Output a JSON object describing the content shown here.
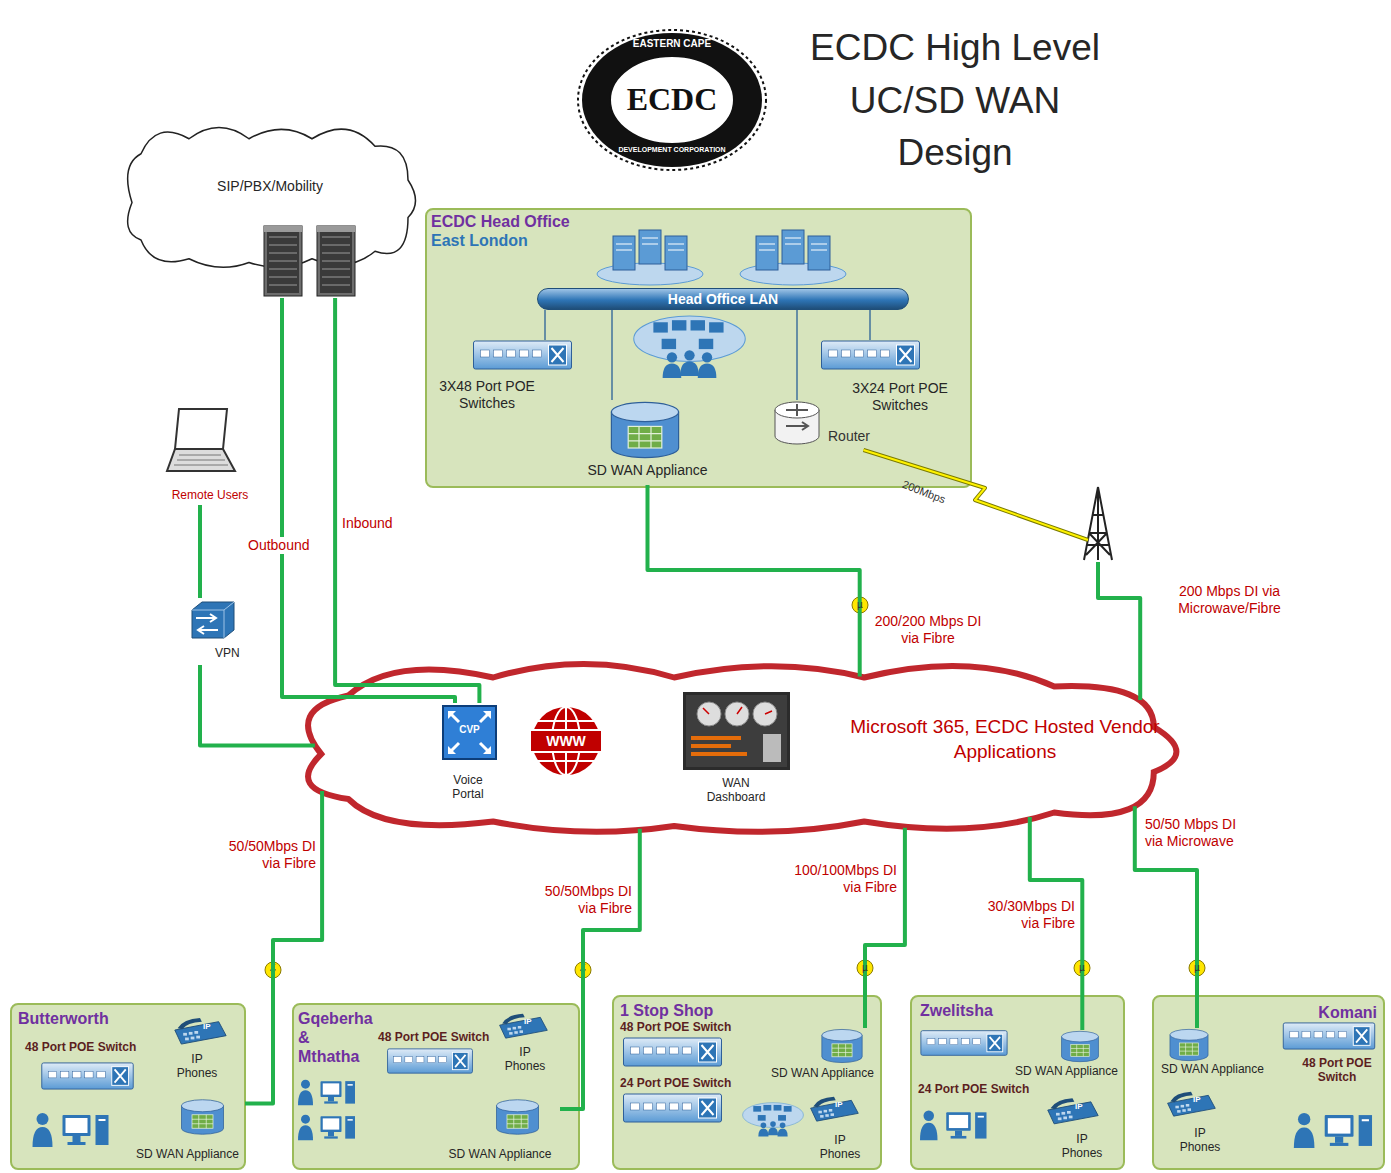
{
  "diagram": {
    "title": "ECDC High Level UC/SD WAN Design",
    "nodes": [
      {
        "text": [
          "SIP/PBX/Mobility"
        ]
      },
      {
        "text": [
          "ECDC Head Office",
          "East London"
        ]
      },
      {
        "text": [
          "Head Office LAN"
        ],
        "in": 1
      },
      {
        "text": [
          "3X48 Port POE Switches"
        ],
        "in": 1
      },
      {
        "text": [
          "3X24 Port POE Switches"
        ],
        "in": 1
      },
      {
        "text": [
          "SD WAN Appliance"
        ],
        "in": 1
      },
      {
        "text": [
          "Router"
        ],
        "in": 1
      },
      {
        "text": [
          "Remote Users"
        ]
      },
      {
        "text": [
          "VPN"
        ]
      },
      {
        "text": [
          "Microsoft 365, ECDC Hosted Vendor Applications"
        ]
      },
      {
        "text": [
          "Voice Portal"
        ],
        "in": 9
      },
      {
        "text": [
          "WAN Dashboard"
        ],
        "in": 9
      },
      {
        "text": [
          "Butterworth"
        ]
      },
      {
        "text": [
          "48 Port POE Switch"
        ],
        "in": 12
      },
      {
        "text": [
          "IP Phones"
        ],
        "in": 12
      },
      {
        "text": [
          "SD WAN Appliance"
        ],
        "in": 12
      },
      {
        "text": [
          "Gqeberha & Mthatha"
        ]
      },
      {
        "text": [
          "48 Port POE Switch"
        ],
        "in": 16
      },
      {
        "text": [
          "IP Phones"
        ],
        "in": 16
      },
      {
        "text": [
          "SD WAN Appliance"
        ],
        "in": 16
      },
      {
        "text": [
          "1 Stop Shop"
        ]
      },
      {
        "text": [
          "48 Port POE Switch"
        ],
        "in": 20
      },
      {
        "text": [
          "24 Port POE Switch"
        ],
        "in": 20
      },
      {
        "text": [
          "SD WAN Appliance"
        ],
        "in": 20
      },
      {
        "text": [
          "IP Phones"
        ],
        "in": 20
      },
      {
        "text": [
          "Zwelitsha"
        ]
      },
      {
        "text": [
          "SD WAN Appliance"
        ],
        "in": 25
      },
      {
        "text": [
          "24 Port POE Switch"
        ],
        "in": 25
      },
      {
        "text": [
          "IP Phones"
        ],
        "in": 25
      },
      {
        "text": [
          "Komani"
        ]
      },
      {
        "text": [
          "SD WAN Appliance"
        ],
        "in": 29
      },
      {
        "text": [
          "48 Port POE Switch"
        ],
        "in": 29
      },
      {
        "text": [
          "IP Phones"
        ],
        "in": 29
      }
    ],
    "edges": [
      {
        "from": 0,
        "to": 10,
        "arrow": "none",
        "label": "Outbound"
      },
      {
        "from": 0,
        "to": 10,
        "arrow": "none",
        "label": "Inbound"
      },
      {
        "from": 7,
        "to": 8,
        "arrow": "none"
      },
      {
        "from": 8,
        "to": 9,
        "arrow": "none"
      },
      {
        "from": 5,
        "to": 9,
        "arrow": "none",
        "label": "200/200 Mbps DI via Fibre"
      },
      {
        "from": 6,
        "to": 9,
        "arrow": "none",
        "label": "200 Mbps DI via Microwave/Fibre"
      },
      {
        "from": 9,
        "to": 15,
        "arrow": "none",
        "label": "50/50Mbps DI via Fibre"
      },
      {
        "from": 9,
        "to": 19,
        "arrow": "none",
        "label": "50/50Mbps DI via Fibre"
      },
      {
        "from": 9,
        "to": 23,
        "arrow": "none",
        "label": "100/100Mbps DI via Fibre"
      },
      {
        "from": 9,
        "to": 26,
        "arrow": "none",
        "label": "30/30Mbps DI via Fibre"
      },
      {
        "from": 9,
        "to": 30,
        "arrow": "none",
        "label": "50/50 Mbps DI via Microwave"
      }
    ],
    "labels": [
      "EASTERN CAPE",
      "ECDC",
      "DEVELOPMENT CORPORATION",
      "200Mbps",
      "CVP",
      "WWW",
      "µ",
      "µ",
      "µ",
      "µ",
      "IP",
      "IP",
      "IP",
      "IP",
      "IP"
    ]
  }
}
